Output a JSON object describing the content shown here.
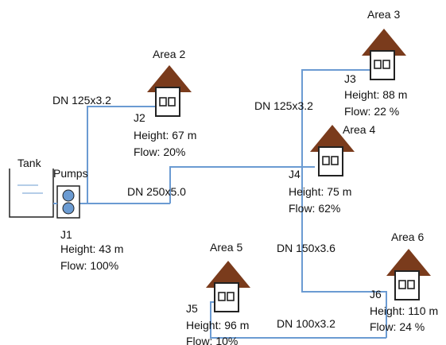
{
  "colors": {
    "pipe": "#6b9bd2",
    "roof": "#7a3b1c",
    "water_line": "#6b9bd2",
    "pump_fill": "#6b9bd2"
  },
  "source": {
    "tank_label": "Tank",
    "pumps_label": "Pumps",
    "junction": {
      "id": "J1",
      "height": "Height: 43 m",
      "flow": "Flow: 100%"
    }
  },
  "pipes": {
    "main": "DN 250x5.0",
    "to_area2": "DN 125x3.2",
    "to_area3": "DN 125x3.2",
    "to_area6": "DN 150x3.6",
    "to_area5": "DN 100x3.2"
  },
  "areas": [
    {
      "title": "Area 2",
      "junction": "J2",
      "height": "Height: 67 m",
      "flow": "Flow: 20%"
    },
    {
      "title": "Area 3",
      "junction": "J3",
      "height": "Height: 88 m",
      "flow": "Flow: 22 %"
    },
    {
      "title": "Area 4",
      "junction": "J4",
      "height": "Height: 75 m",
      "flow": "Flow: 62%"
    },
    {
      "title": "Area 5",
      "junction": "J5",
      "height": "Height: 96 m",
      "flow": "Flow: 10%"
    },
    {
      "title": "Area 6",
      "junction": "J6",
      "height": "Height: 110 m",
      "flow": "Flow: 24 %"
    }
  ],
  "icons": {
    "tank": "tank-icon",
    "pump": "pump-icon",
    "house": "house-icon"
  }
}
